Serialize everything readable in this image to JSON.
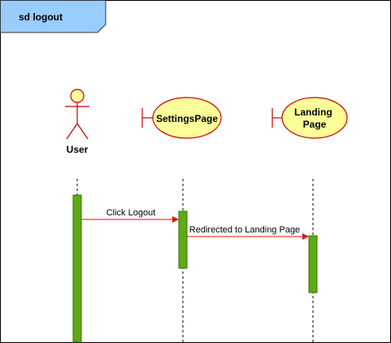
{
  "frame": {
    "title": "sd logout",
    "tab_fill": "#99ccff",
    "tab_stroke": "#36393d"
  },
  "participants": [
    {
      "name": "User",
      "kind": "actor"
    },
    {
      "name": "SettingsPage",
      "kind": "boundary"
    },
    {
      "name": "Landing Page",
      "kind": "boundary"
    }
  ],
  "messages": [
    {
      "label": "Click Logout",
      "from": "User",
      "to": "SettingsPage"
    },
    {
      "label": "Redirected to Landing Page",
      "from": "SettingsPage",
      "to": "Landing Page"
    }
  ],
  "colors": {
    "participant_fill": "#ffff99",
    "participant_stroke": "#cc0000",
    "activation_fill": "#60a917",
    "activation_stroke": "#2d7600",
    "message_color": "#e51400",
    "lifeline_color": "#000000"
  }
}
